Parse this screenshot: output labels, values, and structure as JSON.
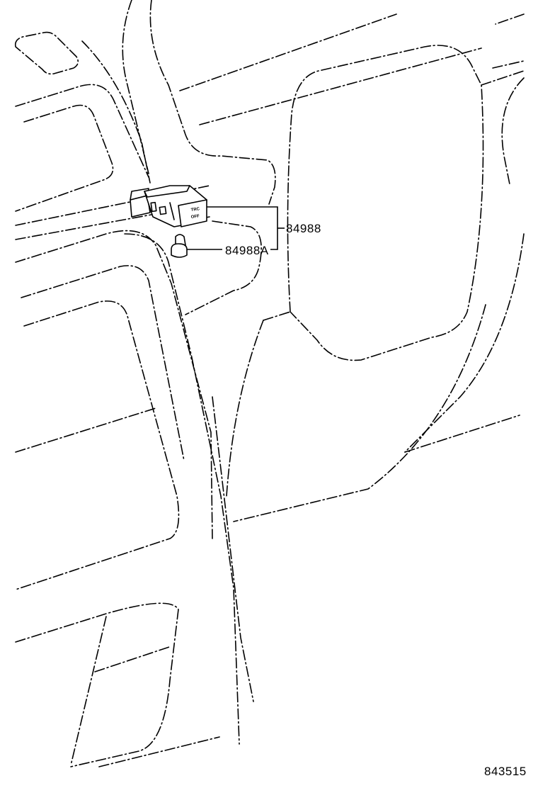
{
  "diagram": {
    "callouts": [
      {
        "id": "switch",
        "text": "84988"
      },
      {
        "id": "bulb",
        "text": "84988A"
      }
    ],
    "switch_labels": {
      "line1": "TRC",
      "line2": "OFF"
    },
    "figure_number": "843515"
  }
}
